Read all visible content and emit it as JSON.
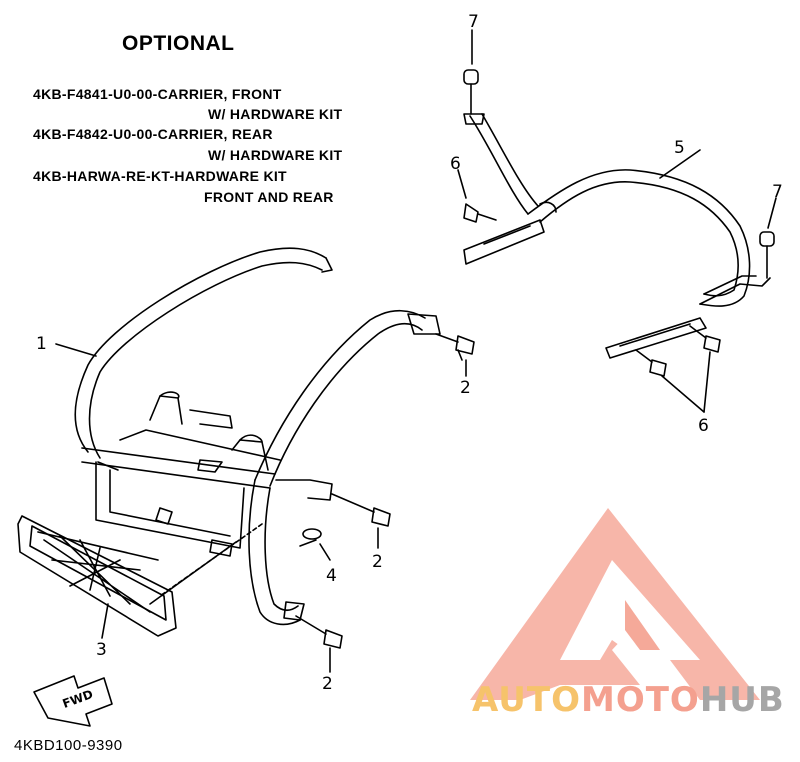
{
  "heading": "OPTIONAL",
  "notes": [
    "4KB-F4841-U0-00-CARRIER, FRONT",
    "W/ HARDWARE KIT",
    "4KB-F4842-U0-00-CARRIER, REAR",
    "W/ HARDWARE KIT",
    "4KB-HARWA-RE-KT-HARDWARE KIT",
    "FRONT AND REAR"
  ],
  "callouts": {
    "c1": "1",
    "c2a": "2",
    "c2b": "2",
    "c2c": "2",
    "c3": "3",
    "c4": "4",
    "c5": "5",
    "c6a": "6",
    "c6b": "6",
    "c7a": "7",
    "c7b": "7"
  },
  "fwd_label": "FWD",
  "doc_number": "4KBD100-9390",
  "brand": {
    "part1": "AUTO",
    "part2": "MOTO",
    "part3": "HUB"
  },
  "colors": {
    "watermark_red": "#f4a08f",
    "watermark_orange": "#f6c36b",
    "watermark_gray": "#a6a6a6",
    "line": "#000000"
  }
}
